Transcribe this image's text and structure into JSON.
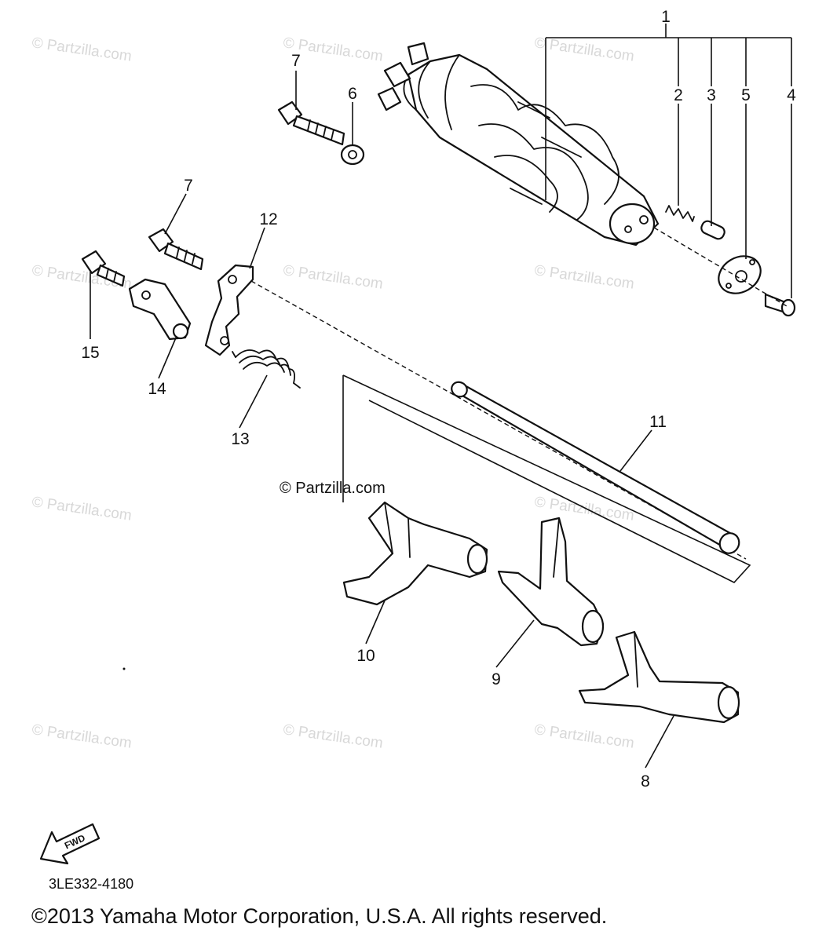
{
  "diagram": {
    "callouts": [
      "1",
      "2",
      "3",
      "4",
      "5",
      "6",
      "7",
      "7",
      "8",
      "9",
      "10",
      "11",
      "12",
      "13",
      "14",
      "15"
    ],
    "watermark": "© Partzilla.com",
    "center_watermark": "© Partzilla.com",
    "fwd_label": "FWD",
    "diagram_code": "3LE332-4180",
    "copyright": "©2013  Yamaha Motor Corporation, U.S.A. All rights reserved."
  }
}
